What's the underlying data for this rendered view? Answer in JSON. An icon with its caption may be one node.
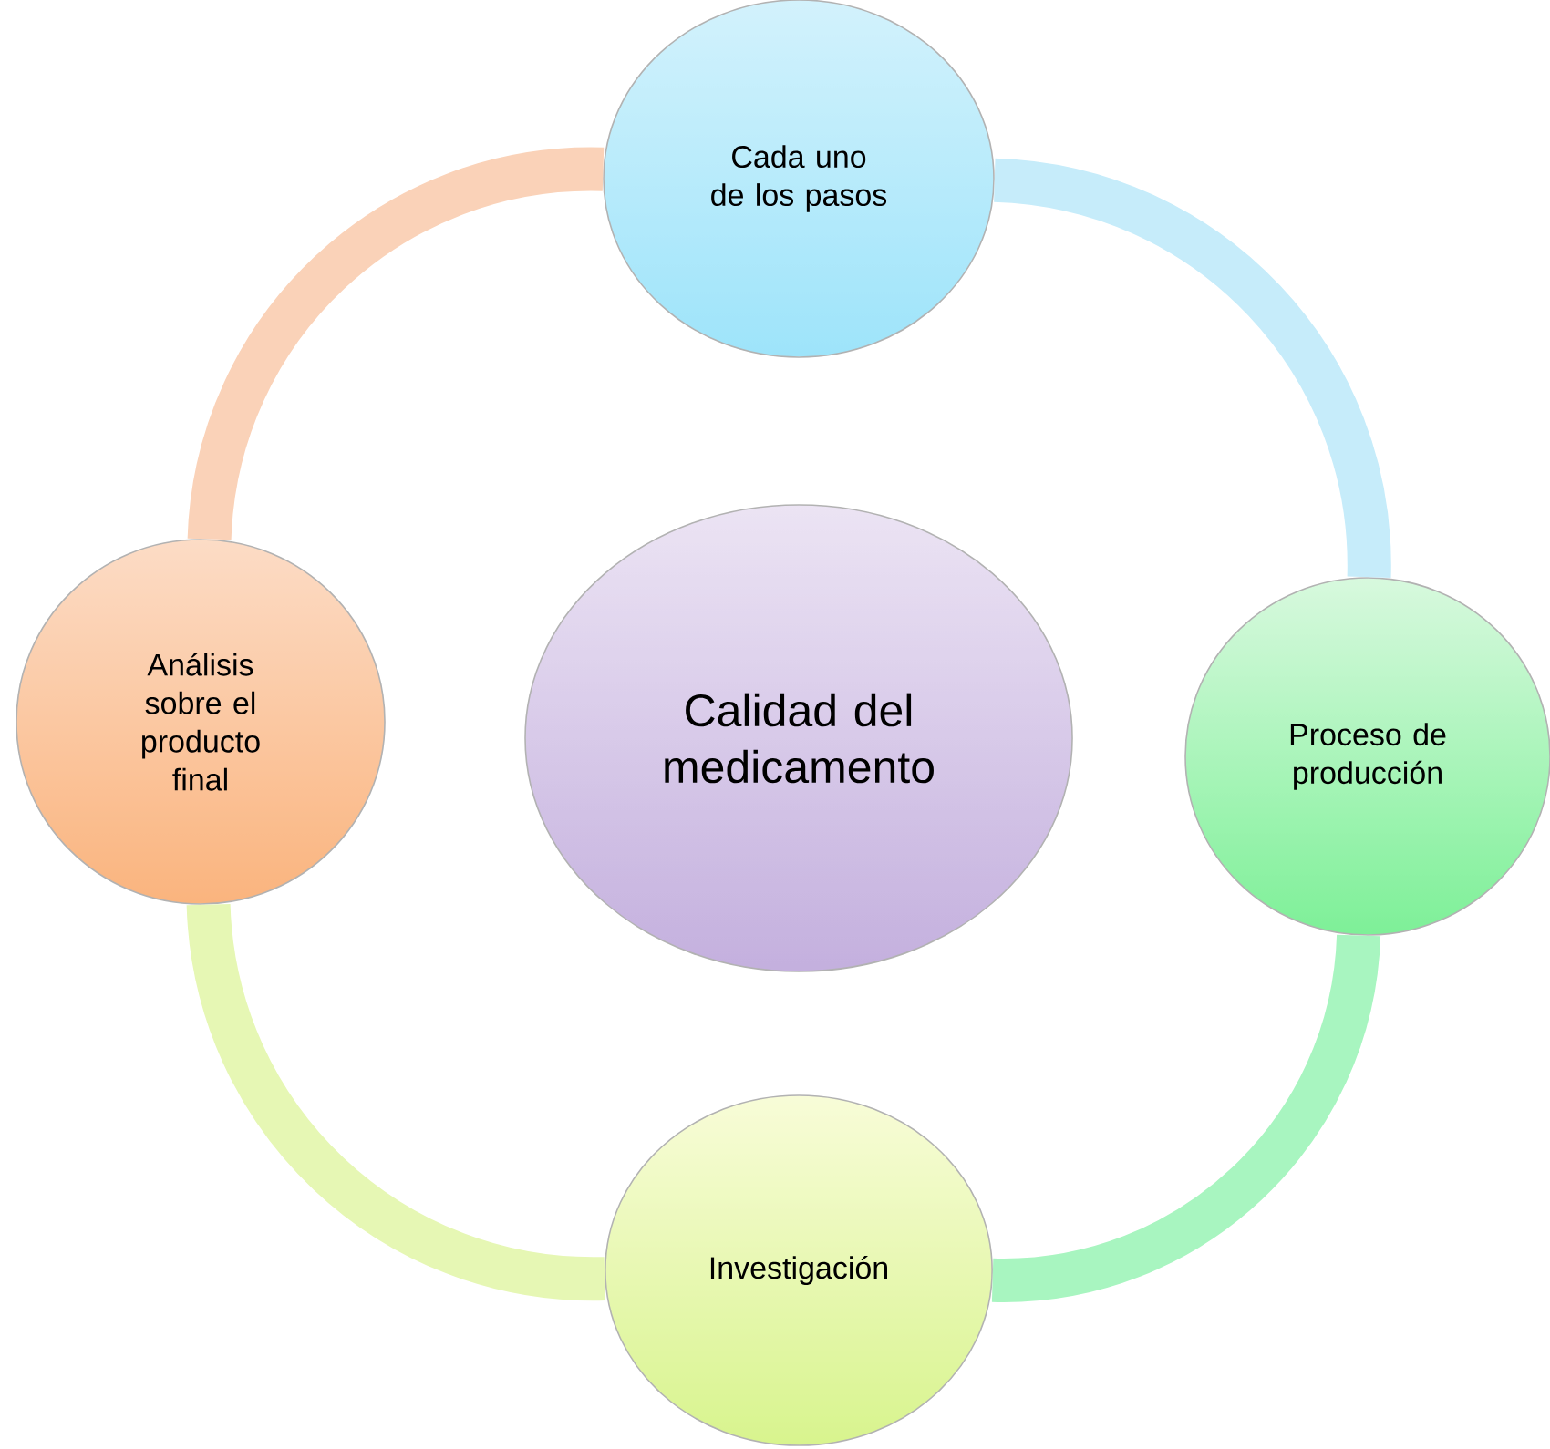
{
  "diagram": {
    "nodes": [
      {
        "text": [
          "Cada uno de los pasos"
        ]
      },
      {
        "text": [
          "Análisis sobre el producto final"
        ]
      },
      {
        "text": [
          "Calidad del medicamento"
        ]
      },
      {
        "text": [
          "Proceso de producción"
        ]
      },
      {
        "text": [
          "Investigación"
        ]
      }
    ],
    "edges": [
      {
        "from": 0,
        "to": 3,
        "arrow": "none",
        "color": "#c6ecfa"
      },
      {
        "from": 3,
        "to": 4,
        "arrow": "none",
        "color": "#a8f5c0"
      },
      {
        "from": 4,
        "to": 1,
        "arrow": "none",
        "color": "#e6f7b4"
      },
      {
        "from": 1,
        "to": 0,
        "arrow": "none",
        "color": "#fad2b8"
      }
    ]
  }
}
